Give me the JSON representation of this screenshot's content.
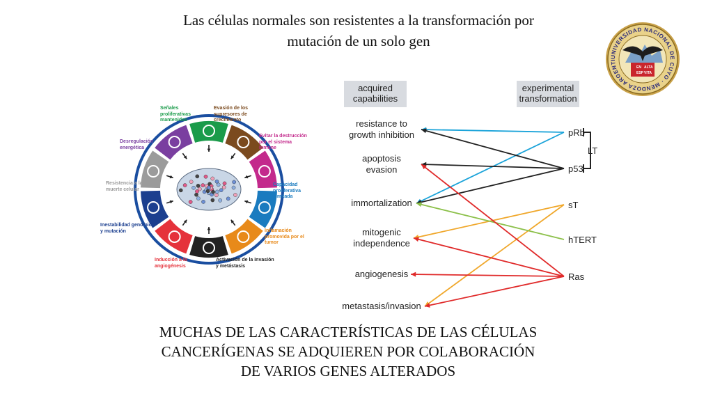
{
  "title": {
    "line1": "Las células normales son resistentes a la transformación por",
    "line2": "mutación de un solo gen"
  },
  "seal": {
    "ring_text": "UNIVERSIDAD NACIONAL DE CUYO · MENDOZA ARGENTINA ·",
    "shield": [
      "EN",
      "ALTA",
      "ESP",
      "VITA"
    ],
    "icon": "condor-eagle-seal"
  },
  "hallmarks": [
    {
      "id": "proliferative",
      "label": "Señales\nproliferativas\nmantenidas",
      "color": "#1a9b4a",
      "icon": "arrow-icon"
    },
    {
      "id": "growth-suppressors",
      "label": "Evasión de los\nsupresores de\ncrecimiento",
      "color": "#7b4a1e",
      "icon": "no-entry-icon"
    },
    {
      "id": "immune",
      "label": "Evitar la destrucción\npor el sistema\ninmune",
      "color": "#c32a8c",
      "icon": "pacman-icon"
    },
    {
      "id": "replicative",
      "label": "Capacidad\nproliferativa\nilimitada",
      "color": "#1a7bbf",
      "icon": "infinity-icon"
    },
    {
      "id": "inflammation",
      "label": "Inflamación\npromovida por el\ntumor",
      "color": "#e88a1a",
      "icon": "flame-icon"
    },
    {
      "id": "invasion",
      "label": "Activación de la invasión\ny metástasis",
      "color": "#222222",
      "icon": "ghost-icon"
    },
    {
      "id": "angiogenesis",
      "label": "Inducción a la\nangiogénesis",
      "color": "#e5323b",
      "icon": "vessel-icon"
    },
    {
      "id": "genomic",
      "label": "Inestabilidad genómica\ny mutación",
      "color": "#1c3f8f",
      "icon": "dna-icon"
    },
    {
      "id": "death",
      "label": "Resistencia a la\nmuerte celular",
      "color": "#9b9b9b",
      "icon": "cross-icon"
    },
    {
      "id": "energetic",
      "label": "Desregulación\nenergética",
      "color": "#7a3fa0",
      "icon": "atom-icon"
    }
  ],
  "mapping": {
    "left_header": [
      "acquired",
      "capabilities"
    ],
    "right_header": [
      "experimental",
      "transformation"
    ],
    "capabilities": [
      [
        "resistance to",
        "growth inhibition"
      ],
      [
        "apoptosis",
        "evasion"
      ],
      [
        "immortalization"
      ],
      [
        "mitogenic",
        "independence"
      ],
      [
        "angiogenesis"
      ],
      [
        "metastasis/invasion"
      ]
    ],
    "genes": [
      "pRb",
      "p53",
      "sT",
      "hTERT",
      "Ras"
    ],
    "bracket_label": "LT",
    "links": [
      {
        "from": 0,
        "to": 0,
        "color": "#1aa3d9"
      },
      {
        "from": 0,
        "to": 2,
        "color": "#1aa3d9"
      },
      {
        "from": 1,
        "to": 0,
        "color": "#222222"
      },
      {
        "from": 1,
        "to": 1,
        "color": "#222222"
      },
      {
        "from": 1,
        "to": 2,
        "color": "#222222"
      },
      {
        "from": 2,
        "to": 3,
        "color": "#f0a72a"
      },
      {
        "from": 2,
        "to": 5,
        "color": "#f0a72a"
      },
      {
        "from": 3,
        "to": 2,
        "color": "#8cc04a"
      },
      {
        "from": 4,
        "to": 1,
        "color": "#e02a2a"
      },
      {
        "from": 4,
        "to": 3,
        "color": "#e02a2a"
      },
      {
        "from": 4,
        "to": 4,
        "color": "#e02a2a"
      },
      {
        "from": 4,
        "to": 5,
        "color": "#e02a2a"
      }
    ]
  },
  "footer": {
    "line1": "MUCHAS DE LAS CARACTERÍSTICAS DE LAS CÉLULAS",
    "line2": "CANCERÍGENAS SE ADQUIEREN POR COLABORACIÓN",
    "line3": "DE VARIOS GENES ALTERADOS"
  }
}
